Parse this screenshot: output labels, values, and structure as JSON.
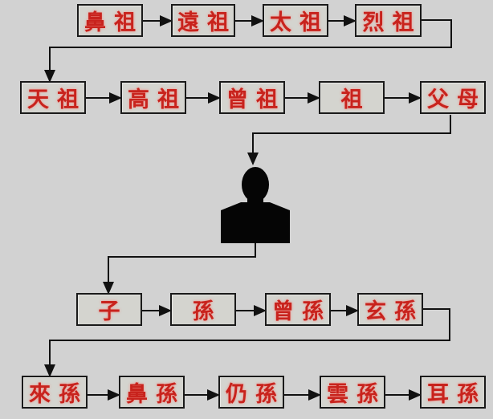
{
  "diagram": {
    "title": "Family lineage chain",
    "background_color": "#d2d2d2",
    "text_color": "#c8231d",
    "rows": [
      {
        "name": "ancestors-row-1",
        "items": [
          "鼻祖",
          "遠祖",
          "太祖",
          "烈祖"
        ]
      },
      {
        "name": "ancestors-row-2",
        "items": [
          "天祖",
          "高祖",
          "曾祖",
          "祖",
          "父母"
        ]
      },
      {
        "name": "self",
        "items": [
          "person-silhouette"
        ]
      },
      {
        "name": "descendants-row-1",
        "items": [
          "子",
          "孫",
          "曾孫",
          "玄孫"
        ]
      },
      {
        "name": "descendants-row-2",
        "items": [
          "來孫",
          "鼻孫",
          "仍孫",
          "雲孫",
          "耳孫"
        ]
      }
    ]
  }
}
